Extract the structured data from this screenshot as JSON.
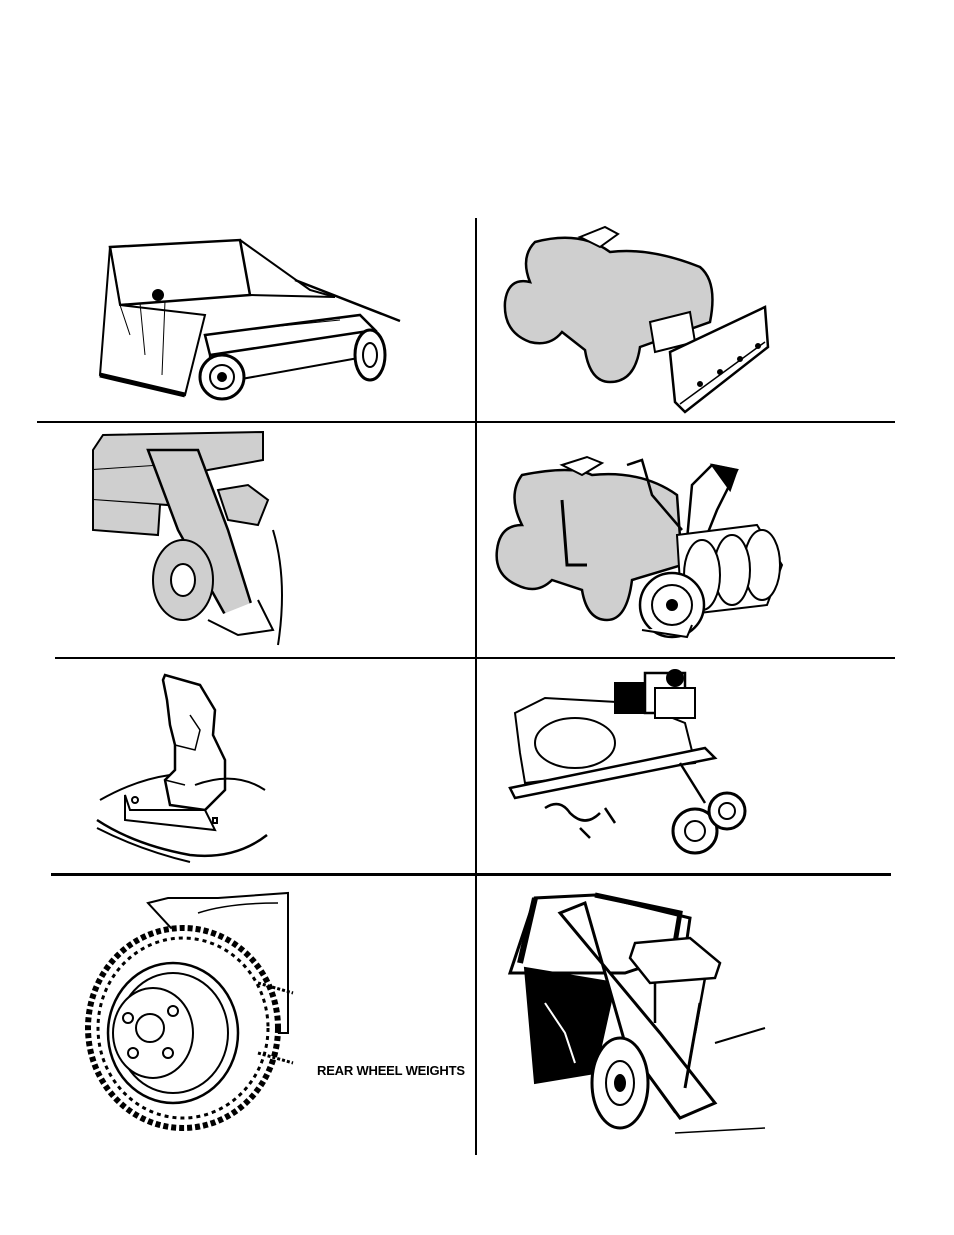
{
  "accessories": [
    {
      "id": "lawn-sweeper",
      "icon": "lawn-sweeper-illustration",
      "caption": ""
    },
    {
      "id": "snow-blade",
      "icon": "tractor-with-snow-blade-illustration",
      "caption": ""
    },
    {
      "id": "grass-collector-chute",
      "icon": "grass-collector-chute-illustration",
      "caption": ""
    },
    {
      "id": "snow-thrower",
      "icon": "tractor-with-snow-thrower-illustration",
      "caption": ""
    },
    {
      "id": "mulching-cover",
      "icon": "mulching-deck-cover-illustration",
      "caption": ""
    },
    {
      "id": "tiller",
      "icon": "rear-tiller-illustration",
      "caption": ""
    },
    {
      "id": "tire-chains",
      "icon": "tire-chains-wheel-illustration",
      "caption": "REAR WHEEL WEIGHTS"
    },
    {
      "id": "bagger",
      "icon": "tractor-bagger-illustration",
      "caption": ""
    }
  ],
  "colors": {
    "ink": "#000000",
    "shade": "#cfcfcf",
    "paper": "#ffffff"
  }
}
